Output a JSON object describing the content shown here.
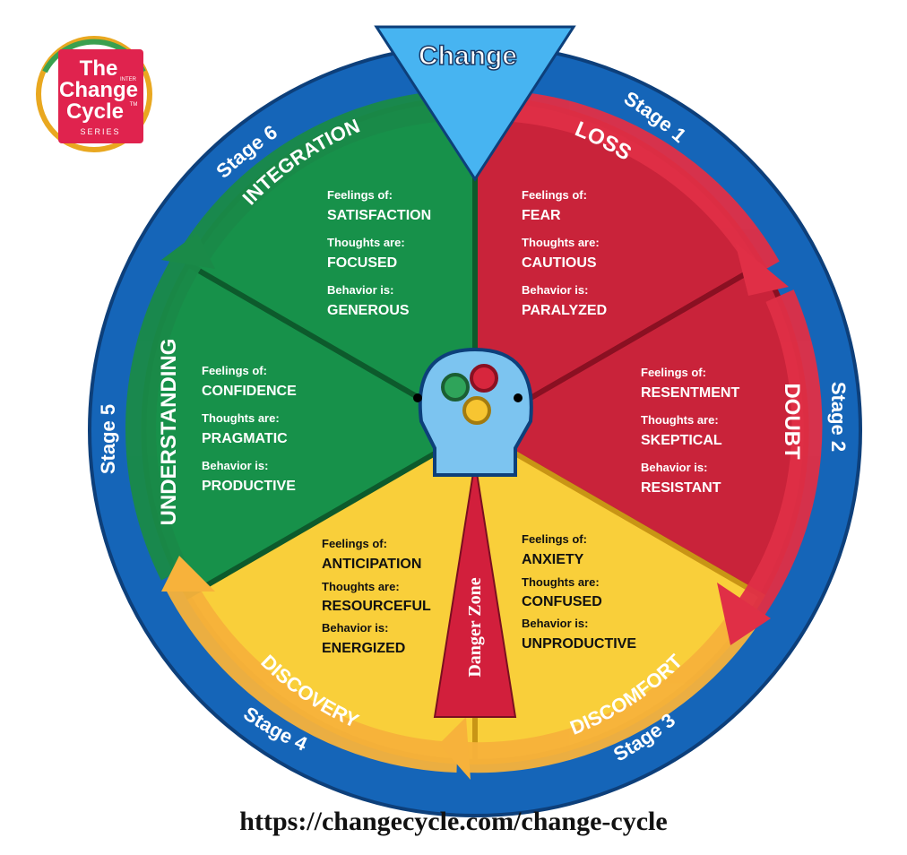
{
  "logo": {
    "the": "The",
    "inter": "INTER",
    "change": "Change",
    "cycle": "Cycle",
    "tm": "TM",
    "series": "SERIES"
  },
  "top_label": "Change",
  "center_label": "Danger Zone",
  "stage_labels": [
    "Stage 1",
    "Stage 2",
    "Stage 3",
    "Stage 4",
    "Stage 5",
    "Stage 6"
  ],
  "arrow_labels": [
    "LOSS",
    "DOUBT",
    "DISCOMFORT",
    "DISCOVERY",
    "UNDERSTANDING",
    "INTEGRATION"
  ],
  "field_labels": {
    "feelings": "Feelings of:",
    "thoughts": "Thoughts are:",
    "behavior": "Behavior is:"
  },
  "segments": [
    {
      "stage": "Stage 1",
      "name": "LOSS",
      "color": "#d7263d",
      "feelings": "FEAR",
      "thoughts": "CAUTIOUS",
      "behavior": "PARALYZED"
    },
    {
      "stage": "Stage 2",
      "name": "DOUBT",
      "color": "#d7263d",
      "feelings": "RESENTMENT",
      "thoughts": "SKEPTICAL",
      "behavior": "RESISTANT"
    },
    {
      "stage": "Stage 3",
      "name": "DISCOMFORT",
      "color": "#f7c531",
      "feelings": "ANXIETY",
      "thoughts": "CONFUSED",
      "behavior": "UNPRODUCTIVE"
    },
    {
      "stage": "Stage 4",
      "name": "DISCOVERY",
      "color": "#f7c531",
      "feelings": "ANTICIPATION",
      "thoughts": "RESOURCEFUL",
      "behavior": "ENERGIZED"
    },
    {
      "stage": "Stage 5",
      "name": "UNDERSTANDING",
      "color": "#1b9e4b",
      "feelings": "CONFIDENCE",
      "thoughts": "PRAGMATIC",
      "behavior": "PRODUCTIVE"
    },
    {
      "stage": "Stage 6",
      "name": "INTEGRATION",
      "color": "#1b9e4b",
      "feelings": "SATISFACTION",
      "thoughts": "FOCUSED",
      "behavior": "GENEROUS"
    }
  ],
  "colors": {
    "ring": "#1565b8",
    "red": "#d7263d",
    "yellow": "#f7c531",
    "green": "#1b9e4b",
    "change": "#4cb6f0",
    "danger": "#d21f3c",
    "head": "#7cc4f0"
  },
  "url": "https://changecycle.com/change-cycle"
}
